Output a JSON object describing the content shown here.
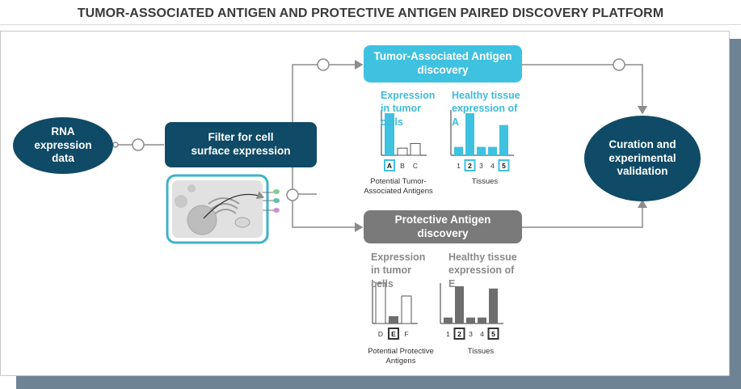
{
  "title": "TUMOR-ASSOCIATED ANTIGEN AND PROTECTIVE ANTIGEN PAIRED DISCOVERY PLATFORM",
  "nodes": {
    "rna": "RNA expression data",
    "filter": "Filter for cell surface expression",
    "taa": "Tumor-Associated Antigen discovery",
    "protective": "Protective Antigen discovery",
    "curation": "Curation and experimental validation"
  },
  "taa_panel": {
    "expr_label": "Expression in tumor cells",
    "healthy_label": "Healthy tissue expression of A",
    "antigen_caption": "Potential Tumor-Associated Antigens",
    "tissues_caption": "Tissues"
  },
  "protective_panel": {
    "expr_label": "Expression in tumor cells",
    "healthy_label": "Healthy tissue expression of E",
    "antigen_caption": "Potential Protective Antigens",
    "tissues_caption": "Tissues"
  },
  "chart_data": [
    {
      "type": "bar",
      "categories": [
        "A",
        "B",
        "C"
      ],
      "values": [
        1.0,
        0.17,
        0.28
      ],
      "highlighted": [
        "A"
      ],
      "color": "#3fc1e0",
      "fill": [
        "solid",
        "outline",
        "outline"
      ]
    },
    {
      "type": "bar",
      "categories": [
        "1",
        "2",
        "3",
        "4",
        "5"
      ],
      "values": [
        0.2,
        1.0,
        0.2,
        0.2,
        0.72
      ],
      "highlighted": [
        "2",
        "5"
      ],
      "color": "#3fc1e0"
    },
    {
      "type": "bar",
      "categories": [
        "D",
        "E",
        "F"
      ],
      "values": [
        1.0,
        0.18,
        0.68
      ],
      "highlighted": [
        "E"
      ],
      "color": "#6e6e6e",
      "fill": [
        "outline",
        "solid",
        "outline"
      ]
    },
    {
      "type": "bar",
      "categories": [
        "1",
        "2",
        "3",
        "4",
        "5"
      ],
      "values": [
        0.16,
        1.0,
        0.16,
        0.16,
        0.94
      ],
      "highlighted": [
        "2",
        "5"
      ],
      "color": "#6e6e6e"
    }
  ],
  "colors": {
    "navy": "#0f4a66",
    "cyan": "#3fc1e0",
    "grey": "#7a7a7a",
    "connector": "#8c8c8c"
  }
}
